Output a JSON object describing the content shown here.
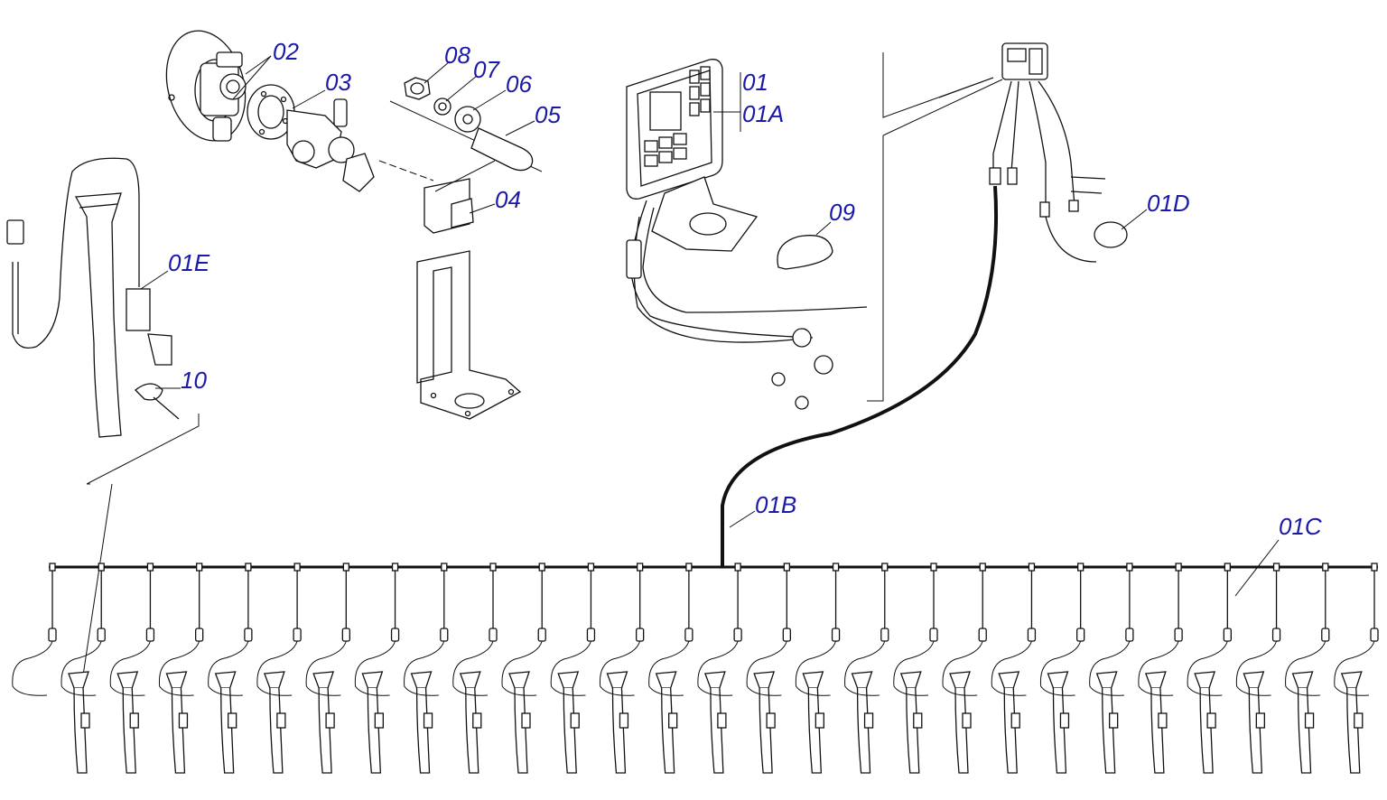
{
  "labels": {
    "l01": "01",
    "l01A": "01A",
    "l01B": "01B",
    "l01C": "01C",
    "l01D": "01D",
    "l01E": "01E",
    "l02": "02",
    "l03": "03",
    "l04": "04",
    "l05": "05",
    "l06": "06",
    "l07": "07",
    "l08": "08",
    "l09": "09",
    "l10": "10"
  },
  "colors": {
    "label": "#1a1aa6",
    "line": "#111111",
    "background": "#ffffff"
  },
  "row_unit_count": 28
}
